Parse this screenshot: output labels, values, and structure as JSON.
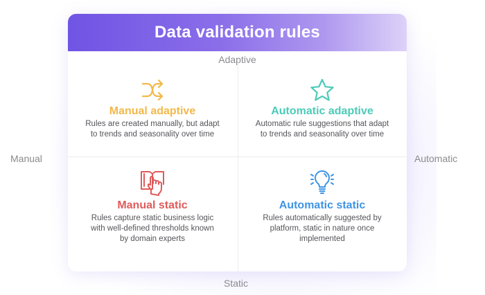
{
  "title": "Data validation rules",
  "axes": {
    "top": "Adaptive",
    "bottom": "Static",
    "left": "Manual",
    "right": "Automatic"
  },
  "colors": {
    "header_start": "#7054e4",
    "manual_adaptive": "#f2b84b",
    "automatic_adaptive": "#4ccbb8",
    "manual_static": "#e05a5a",
    "automatic_static": "#3f94e4"
  },
  "quadrants": [
    {
      "title": "Manual adaptive",
      "icon": "shuffle-icon",
      "lines": [
        "Rules are created manually, but adapt",
        "to trends and seasonality over time"
      ]
    },
    {
      "title": "Automatic adaptive",
      "icon": "star-icon",
      "lines": [
        "Automatic rule suggestions that adapt",
        "to trends and seasonality over time"
      ]
    },
    {
      "title": "Manual static",
      "icon": "hand-book-icon",
      "lines": [
        "Rules capture static business logic",
        "with well-defined thresholds known",
        "by domain experts"
      ]
    },
    {
      "title": "Automatic static",
      "icon": "lightbulb-icon",
      "lines": [
        "Rules automatically suggested by",
        "platform, static in nature once",
        "implemented"
      ]
    }
  ]
}
